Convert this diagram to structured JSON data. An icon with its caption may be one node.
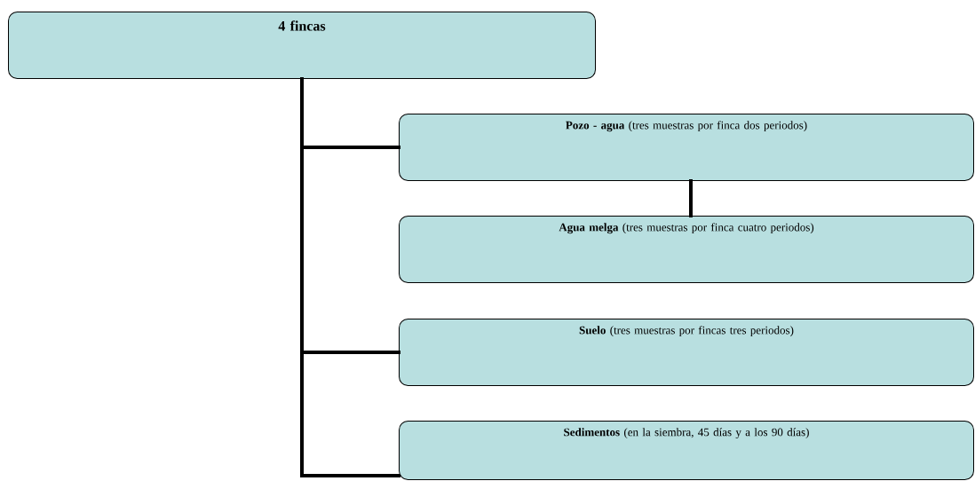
{
  "diagram": {
    "nodes": [
      {
        "text": [
          "4 fincas"
        ]
      },
      {
        "text": [
          "**Pozo - agua** (tres muestras por finca dos periodos)"
        ]
      },
      {
        "text": [
          "**Agua melga** (tres muestras por finca cuatro periodos)"
        ]
      },
      {
        "text": [
          "**Suelo** (tres muestras por fincas tres periodos)"
        ]
      },
      {
        "text": [
          "**Sedimentos** (en la siembra, 45 días y a los 90 días)"
        ]
      }
    ],
    "edges": [
      {
        "from": 0,
        "to": 1,
        "arrow": "none"
      },
      {
        "from": 0,
        "to": 3,
        "arrow": "none"
      },
      {
        "from": 0,
        "to": 4,
        "arrow": "none"
      },
      {
        "from": 1,
        "to": 2,
        "arrow": "none"
      }
    ]
  }
}
